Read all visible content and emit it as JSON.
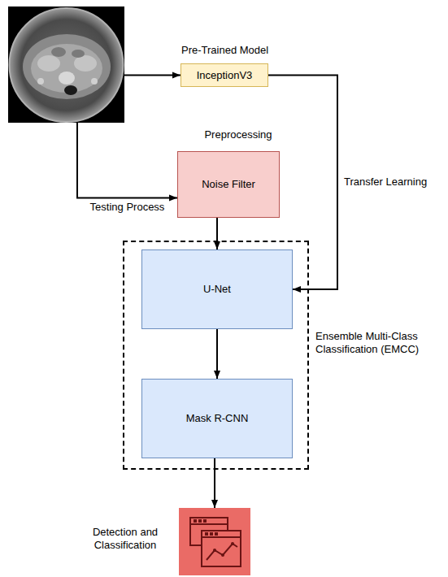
{
  "diagram": {
    "nodes": [
      {
        "text": []
      },
      {
        "text": [
          "Pre-Trained Model",
          "InceptionV3"
        ]
      },
      {
        "text": [
          "Preprocessing",
          "Noise Filter"
        ]
      },
      {
        "text": [
          "Ensemble Multi-Class Classification (EMCC)"
        ]
      },
      {
        "text": [
          "U-Net"
        ],
        "in": 3
      },
      {
        "text": [
          "Mask R-CNN"
        ],
        "in": 3
      },
      {
        "text": [
          "Detection and Classification"
        ]
      }
    ],
    "edges": [
      {
        "from": 0,
        "to": 1,
        "arrow": "to"
      },
      {
        "from": 0,
        "to": 2,
        "label": "Testing Process",
        "arrow": "to"
      },
      {
        "from": 1,
        "to": 4,
        "label": "Transfer Learning",
        "arrow": "to"
      },
      {
        "from": 2,
        "to": 4,
        "arrow": "to"
      },
      {
        "from": 4,
        "to": 5,
        "arrow": "to"
      },
      {
        "from": 5,
        "to": 6,
        "arrow": "to"
      }
    ]
  }
}
